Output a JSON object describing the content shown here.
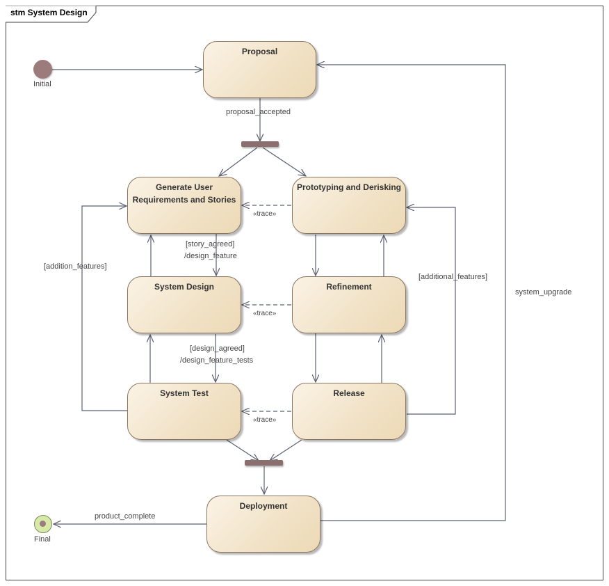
{
  "diagram": {
    "frame_title": "stm System Design",
    "initial_label": "Initial",
    "final_label": "Final",
    "states": {
      "proposal": "Proposal",
      "generate_user_requirements": "Generate User\nRequirements and Stories",
      "prototyping": "Prototyping and Derisking",
      "system_design": "System Design",
      "refinement": "Refinement",
      "system_test": "System Test",
      "release": "Release",
      "deployment": "Deployment"
    },
    "transitions": {
      "proposal_accepted": "proposal_accepted",
      "story_agreed_guard": "[story_agreed]",
      "story_agreed_effect": "/design_feature",
      "design_agreed_guard": "[design_agreed]",
      "design_agreed_effect": "/design_feature_tests",
      "addition_features": "[addition_features]",
      "additional_features": "[additional_features]",
      "system_upgrade": "system_upgrade",
      "product_complete": "product_complete",
      "trace_1": "«trace»",
      "trace_2": "«trace»",
      "trace_3": "«trace»"
    }
  },
  "colors": {
    "state_fill": "#f1e2c6",
    "state_border": "#8a7560",
    "line": "#5a6070",
    "bar": "#8b6f6f",
    "initial": "#9b7b7b",
    "final_ring": "#d8e8a8"
  }
}
